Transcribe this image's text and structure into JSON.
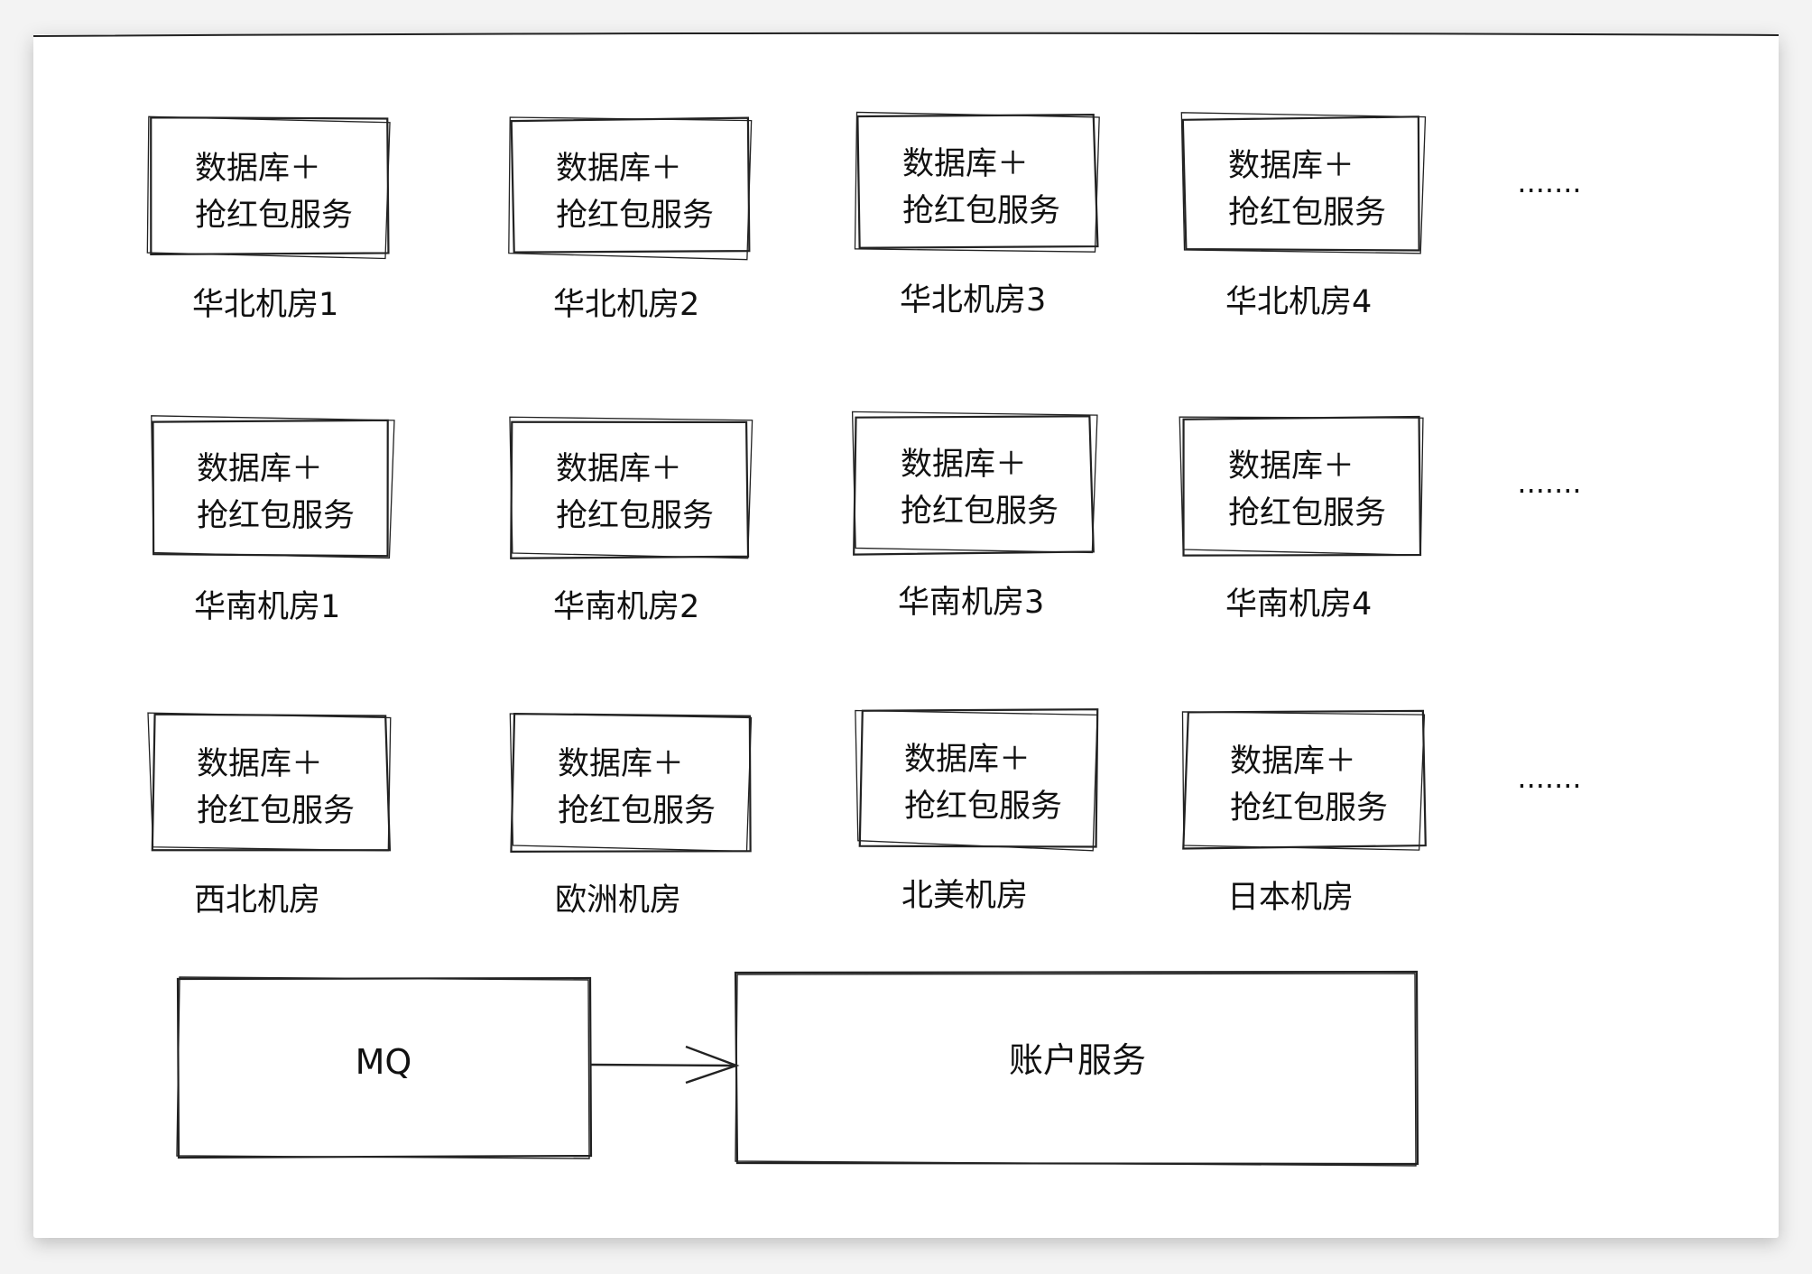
{
  "diagram": {
    "rows": [
      {
        "nodes": [
          {
            "line1": "数据库＋",
            "line2": "抢红包服务",
            "label": "华北机房1"
          },
          {
            "line1": "数据库＋",
            "line2": "抢红包服务",
            "label": "华北机房2"
          },
          {
            "line1": "数据库＋",
            "line2": "抢红包服务",
            "label": "华北机房3"
          },
          {
            "line1": "数据库＋",
            "line2": "抢红包服务",
            "label": "华北机房4"
          }
        ],
        "ellipsis": "......."
      },
      {
        "nodes": [
          {
            "line1": "数据库＋",
            "line2": "抢红包服务",
            "label": "华南机房1"
          },
          {
            "line1": "数据库＋",
            "line2": "抢红包服务",
            "label": "华南机房2"
          },
          {
            "line1": "数据库＋",
            "line2": "抢红包服务",
            "label": "华南机房3"
          },
          {
            "line1": "数据库＋",
            "line2": "抢红包服务",
            "label": "华南机房4"
          }
        ],
        "ellipsis": "......."
      },
      {
        "nodes": [
          {
            "line1": "数据库＋",
            "line2": "抢红包服务",
            "label": "西北机房"
          },
          {
            "line1": "数据库＋",
            "line2": "抢红包服务",
            "label": "欧洲机房"
          },
          {
            "line1": "数据库＋",
            "line2": "抢红包服务",
            "label": "北美机房"
          },
          {
            "line1": "数据库＋",
            "line2": "抢红包服务",
            "label": "日本机房"
          }
        ],
        "ellipsis": "......."
      }
    ],
    "mq": {
      "label": "MQ"
    },
    "account_service": {
      "label": "账户服务"
    }
  }
}
